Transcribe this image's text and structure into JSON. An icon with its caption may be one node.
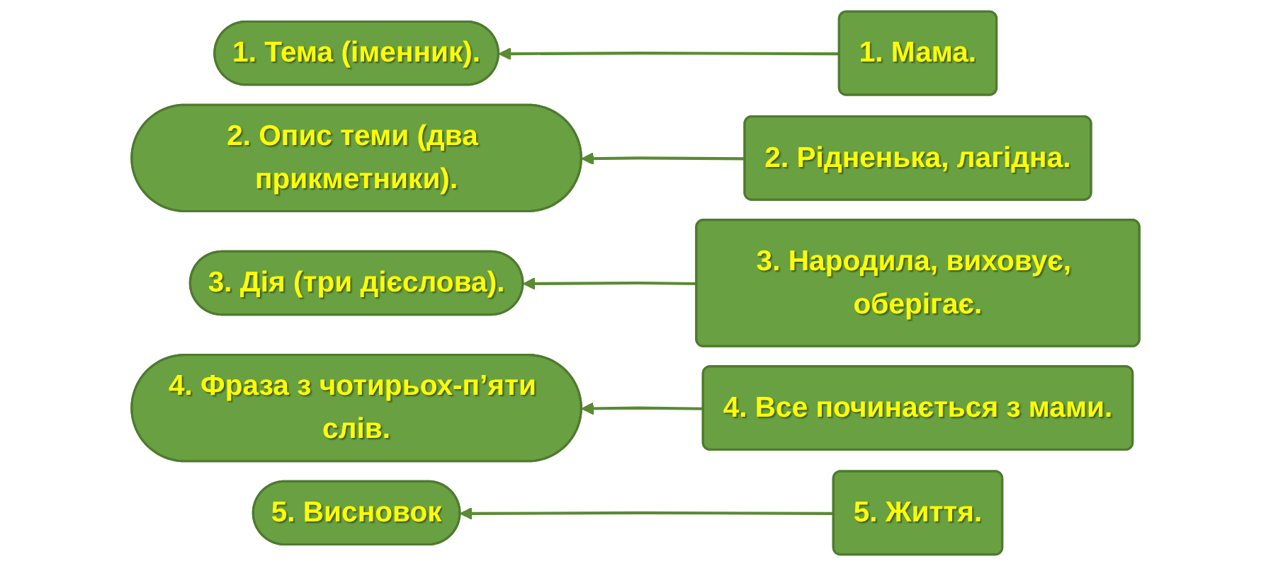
{
  "diagram": {
    "nodes": [
      {
        "text": [
          "1. Тема (іменник)."
        ]
      },
      {
        "text": [
          "1. Мама."
        ]
      },
      {
        "text": [
          "2. Опис теми (два прикметники)."
        ]
      },
      {
        "text": [
          "2. Рідненька, лагідна."
        ]
      },
      {
        "text": [
          "3. Дія (три дієслова)."
        ]
      },
      {
        "text": [
          "3. Народила, виховує, оберігає."
        ]
      },
      {
        "text": [
          "4. Фраза з чотирьох-п’яти слів."
        ]
      },
      {
        "text": [
          "4. Все починається з мами."
        ]
      },
      {
        "text": [
          "5. Висновок"
        ]
      },
      {
        "text": [
          "5. Життя."
        ]
      }
    ],
    "edges": [
      {
        "from": 1,
        "to": 0,
        "arrow": "to"
      },
      {
        "from": 3,
        "to": 2,
        "arrow": "to"
      },
      {
        "from": 5,
        "to": 4,
        "arrow": "to"
      },
      {
        "from": 7,
        "to": 6,
        "arrow": "to"
      },
      {
        "from": 9,
        "to": 8,
        "arrow": "to"
      }
    ]
  }
}
